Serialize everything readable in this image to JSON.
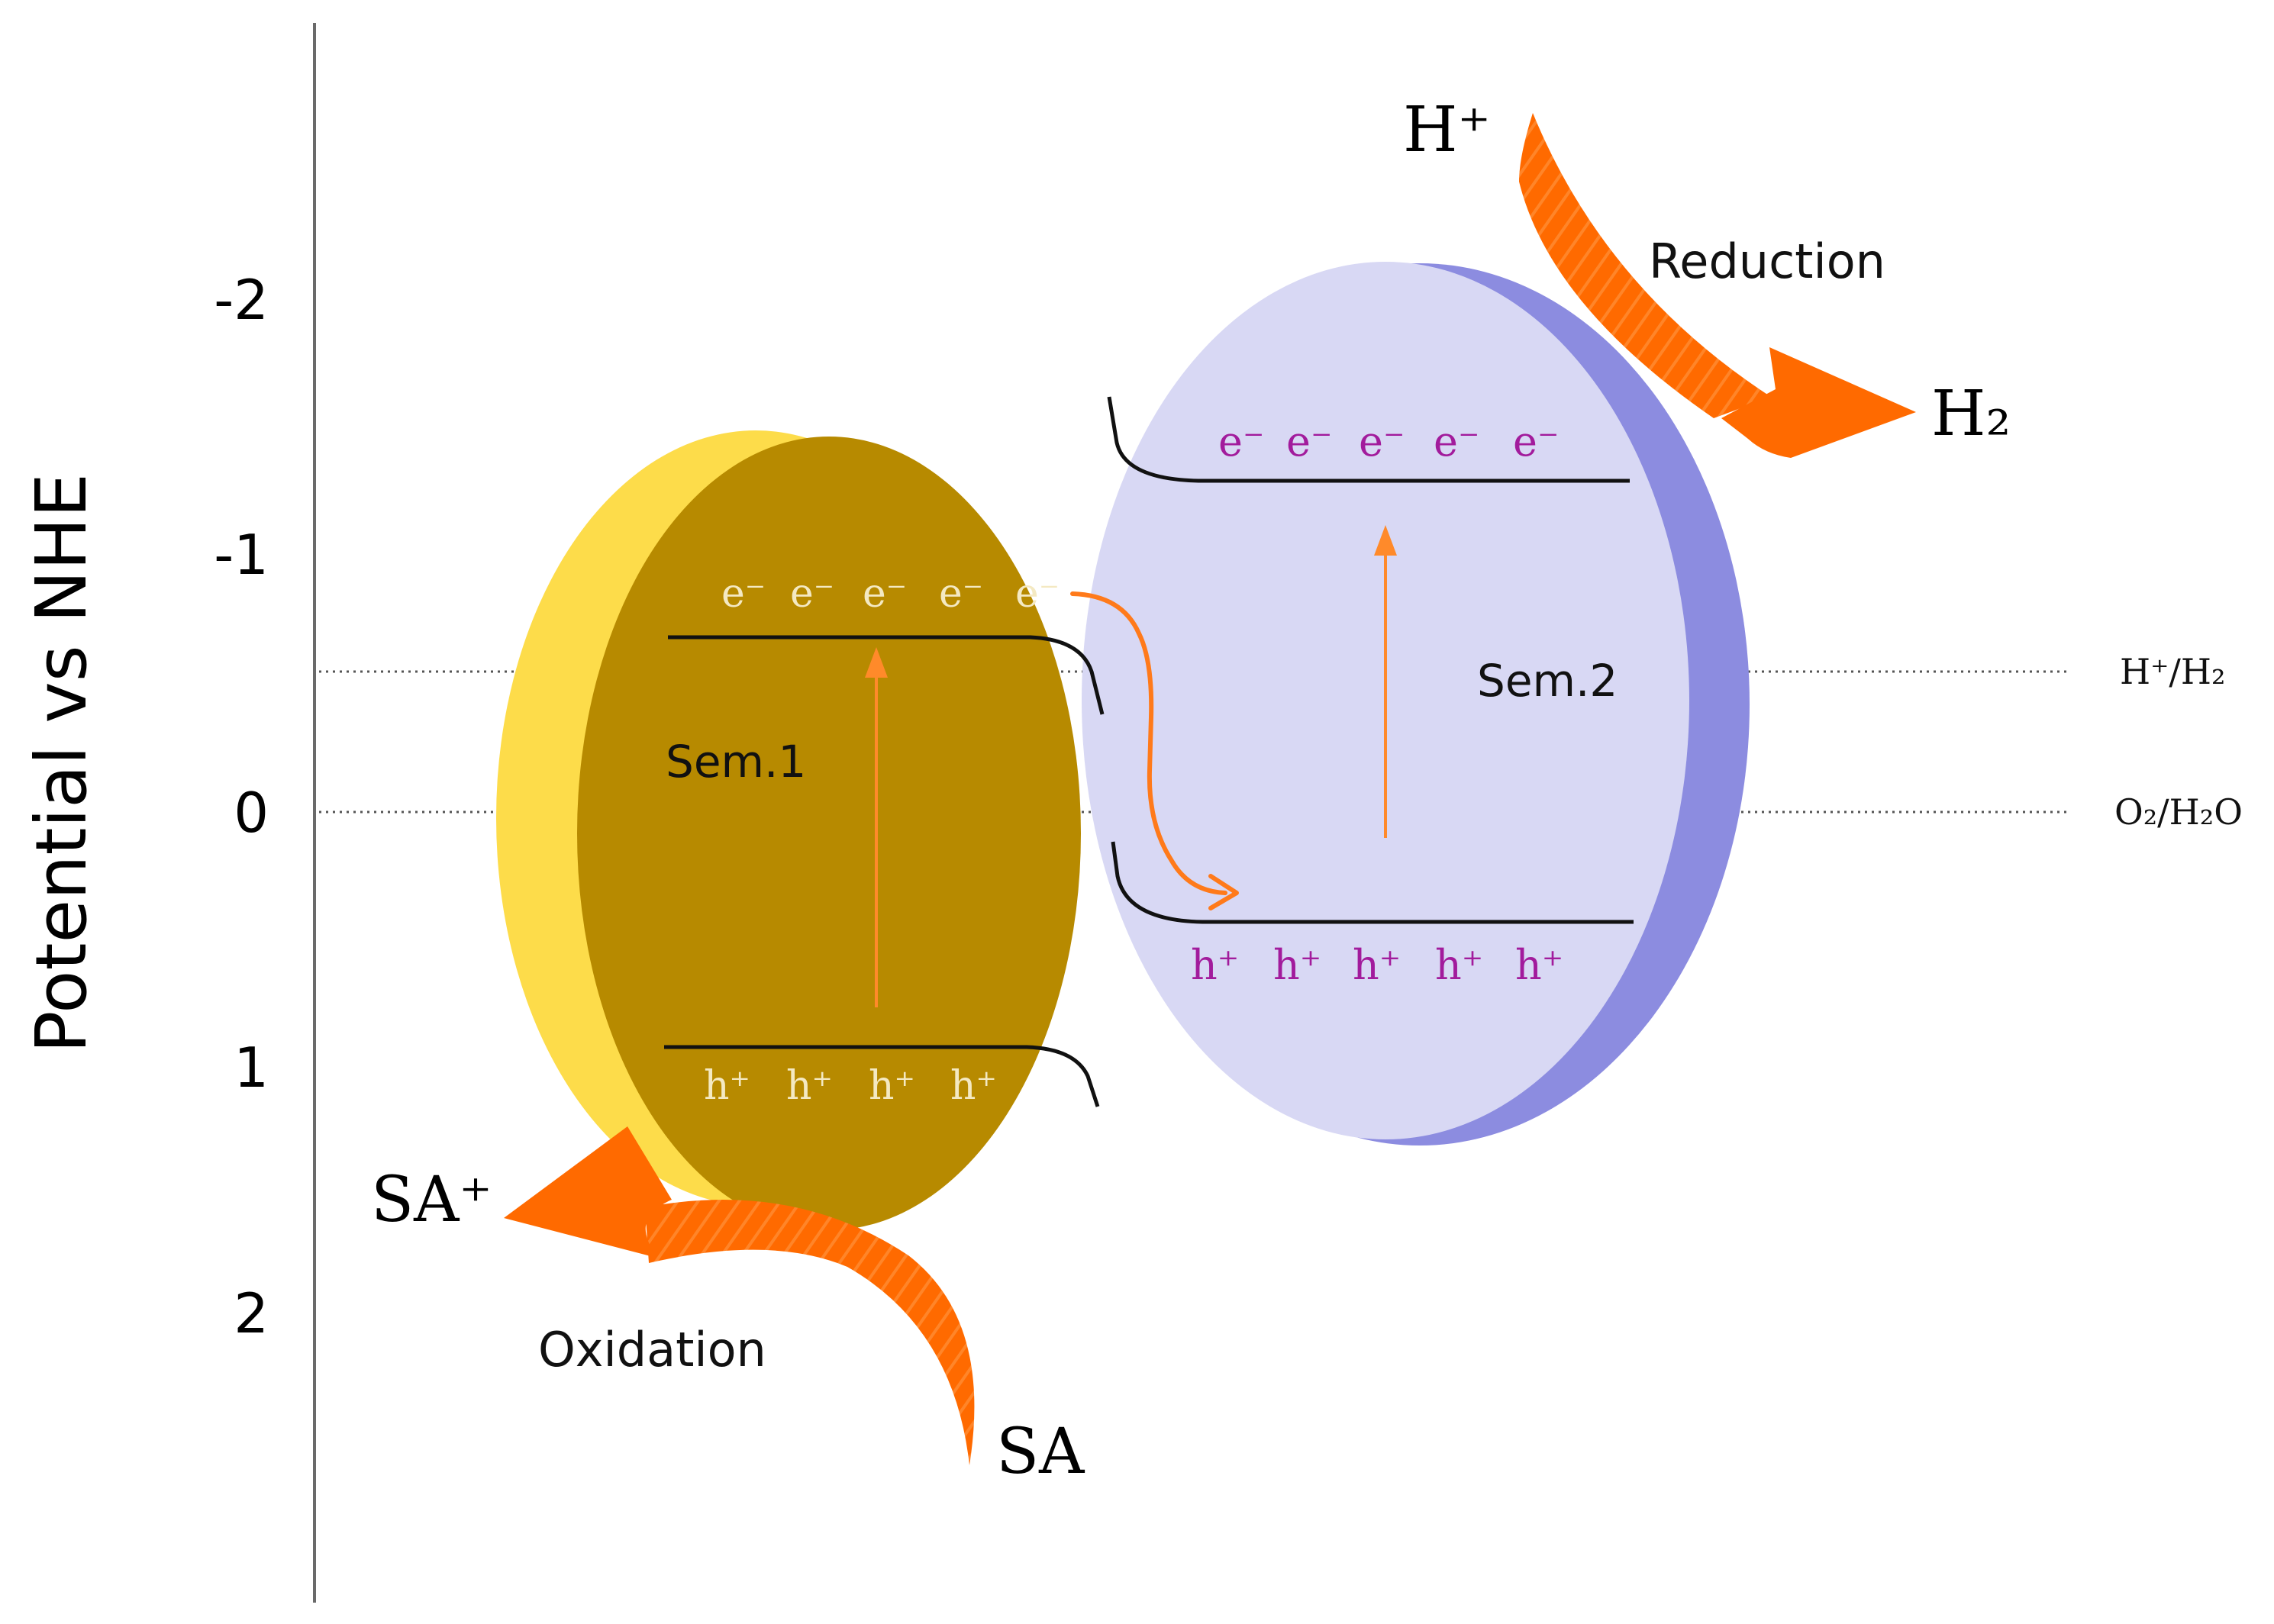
{
  "axis": {
    "title": "Potential vs NHE",
    "ticks": [
      "-2",
      "-1",
      "0",
      "1",
      "2"
    ]
  },
  "reference_levels": [
    {
      "label": "H⁺/H₂"
    },
    {
      "label": "O₂/H₂O"
    }
  ],
  "semiconductors": [
    {
      "label": "Sem.1",
      "electrons": [
        "e⁻",
        "e⁻",
        "e⁻",
        "e⁻",
        "e⁻"
      ],
      "holes": [
        "h⁺",
        "h⁺",
        "h⁺",
        "h⁺"
      ],
      "face_color": "#b78a00",
      "rim_color": "#fddc4a"
    },
    {
      "label": "Sem.2",
      "electrons": [
        "e⁻",
        "e⁻",
        "e⁻",
        "e⁻",
        "e⁻"
      ],
      "holes": [
        "h⁺",
        "h⁺",
        "h⁺",
        "h⁺",
        "h⁺"
      ],
      "face_color": "#d8d8f4",
      "rim_color": "#8c8ce0"
    }
  ],
  "reactions": {
    "reduction": {
      "label": "Reduction",
      "reactant": "H⁺",
      "product": "H₂"
    },
    "oxidation": {
      "label": "Oxidation",
      "reactant": "SA",
      "product": "SA⁺"
    }
  },
  "colors": {
    "arrow": "#ff6a00",
    "arrow_light": "#ff8a2a",
    "carrier_sem1": "#f4e9c2",
    "carrier_sem2": "#a21b9c",
    "band_edge": "#111111"
  }
}
